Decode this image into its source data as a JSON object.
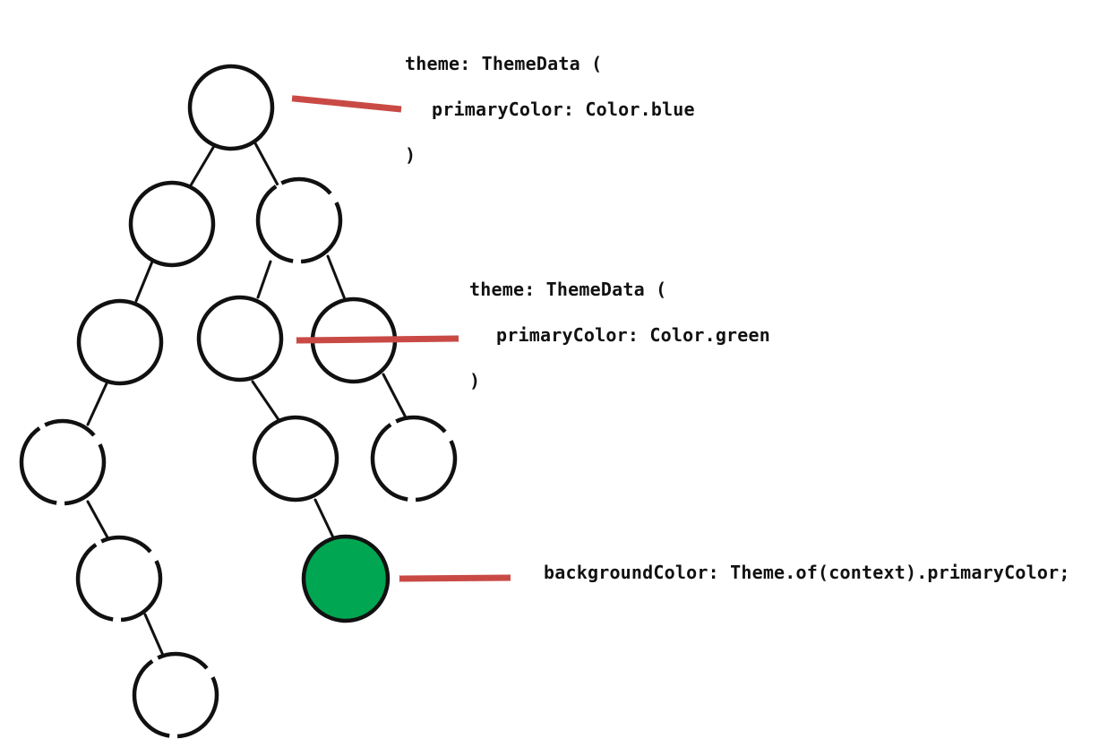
{
  "colors": {
    "node_stroke": "#111111",
    "node_fill": "#ffffff",
    "highlight_fill": "#00a651",
    "arrow": "#c94a45",
    "text": "#111111"
  },
  "annotations": {
    "root_theme": {
      "line1": "theme: ThemeData (",
      "line2": "primaryColor: Color.blue",
      "line3": ")"
    },
    "sub_theme": {
      "line1": "theme: ThemeData (",
      "line2": "primaryColor: Color.green",
      "line3": ")"
    },
    "usage": {
      "line1": "backgroundColor: Theme.of(context).primaryColor;"
    }
  },
  "tree": {
    "highlighted_node": "leaf-green"
  }
}
